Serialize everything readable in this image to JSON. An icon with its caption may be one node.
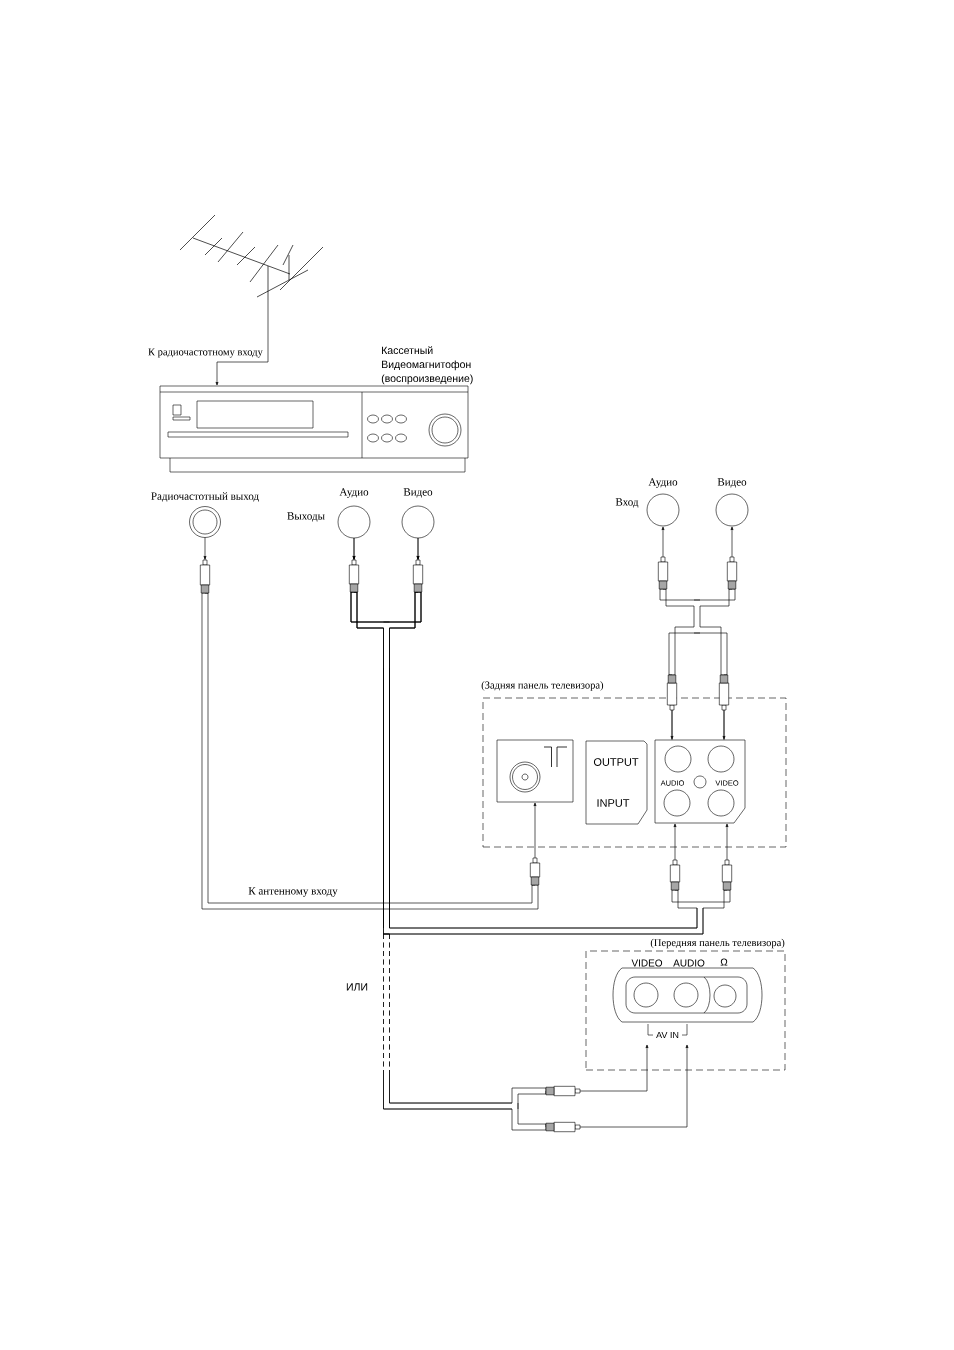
{
  "diagram": {
    "nodes": [
      {
        "text": [],
        "shape": "picture"
      },
      {
        "text": [
          "Кассетный Видеомагнитофон (воспроизведение)"
        ]
      },
      {
        "text": [
          "Радиочастотный выход"
        ]
      },
      {
        "text": [
          "Аудио"
        ]
      },
      {
        "text": [
          "Видео"
        ]
      },
      {
        "text": [
          "Аудио"
        ]
      },
      {
        "text": [
          "Видео"
        ]
      },
      {
        "text": [
          "(Задняя панель телевизора)"
        ]
      },
      {
        "text": [],
        "shape": "box",
        "in": 7
      },
      {
        "text": [],
        "shape": "circle",
        "in": 8
      },
      {
        "text": [
          "OUTPUT",
          "INPUT"
        ],
        "in": 7
      },
      {
        "text": [
          "AUDIO",
          "VIDEO"
        ],
        "in": 7
      },
      {
        "text": [],
        "shape": "circle",
        "in": 11
      },
      {
        "text": [],
        "shape": "circle",
        "in": 11
      },
      {
        "text": [],
        "shape": "circle",
        "in": 11
      },
      {
        "text": [],
        "shape": "circle",
        "in": 11
      },
      {
        "text": [],
        "shape": "circle",
        "in": 11
      },
      {
        "text": [
          "(Передняя панель телевизора)"
        ]
      },
      {
        "text": [
          "VIDEO",
          "AUDIO",
          "Ω",
          "AV IN"
        ],
        "in": 17
      },
      {
        "text": [],
        "shape": "circle",
        "in": 18
      },
      {
        "text": [],
        "shape": "circle",
        "in": 18
      },
      {
        "text": [],
        "shape": "circle",
        "in": 18
      }
    ],
    "edges": [
      {
        "from": 0,
        "to": 1,
        "arrow": "to",
        "label": "К радиочастотному входу"
      },
      {
        "from": 2,
        "to": 8,
        "arrow": "to",
        "label": "К антенному входу"
      },
      {
        "from": 3,
        "to": 11,
        "arrow": "to"
      },
      {
        "from": 4,
        "to": 11,
        "arrow": "to"
      },
      {
        "from": 3,
        "to": 18,
        "arrow": "to",
        "style": "dashed"
      },
      {
        "from": 4,
        "to": 18,
        "arrow": "to",
        "style": "dashed"
      },
      {
        "from": 11,
        "to": 5,
        "arrow": "both"
      },
      {
        "from": 11,
        "to": 6,
        "arrow": "both"
      }
    ],
    "labels": [
      "Выходы",
      "Вход",
      "ИЛИ"
    ]
  }
}
